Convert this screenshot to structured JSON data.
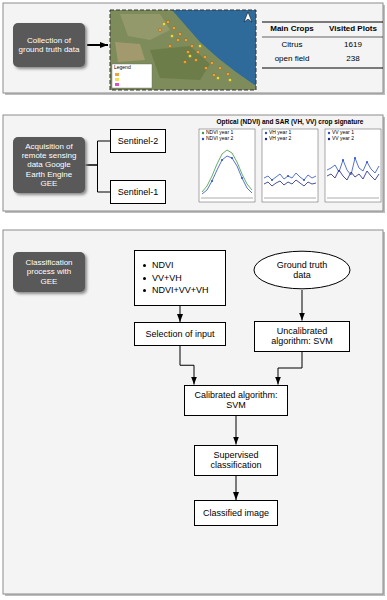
{
  "diagram": {
    "nodes": [
      {
        "text": [
          "Collection of ground truth data"
        ]
      },
      {
        "text": [
          "Acquisition of remote sensing data Google Earth Engine GEE"
        ]
      },
      {
        "text": [
          "Sentinel-2"
        ]
      },
      {
        "text": [
          "Sentinel-1"
        ]
      },
      {
        "text": [
          "Classification process with GEE"
        ]
      },
      {
        "text": [
          "NDVI",
          "VV+VH",
          "NDVI+VV+VH"
        ]
      },
      {
        "text": [
          "Ground truth data"
        ]
      },
      {
        "text": [
          "Selection of input"
        ]
      },
      {
        "text": [
          "Uncalibrated algorithm: SVM"
        ]
      },
      {
        "text": [
          "Calibrated algorithm: SVM"
        ]
      },
      {
        "text": [
          "Supervised classification"
        ]
      },
      {
        "text": [
          "Classified image"
        ]
      }
    ],
    "edges": [
      {
        "from": 1,
        "to": 2,
        "arrow": "none"
      },
      {
        "from": 1,
        "to": 3,
        "arrow": "none"
      },
      {
        "from": 5,
        "to": 7,
        "arrow": "to"
      },
      {
        "from": 6,
        "to": 8,
        "arrow": "to"
      },
      {
        "from": 7,
        "to": 9,
        "arrow": "to"
      },
      {
        "from": 8,
        "to": 9,
        "arrow": "to"
      },
      {
        "from": 9,
        "to": 10,
        "arrow": "to"
      },
      {
        "from": 10,
        "to": 11,
        "arrow": "to"
      }
    ],
    "labels": [
      "Legend",
      "Main Crops",
      "Visited Plots",
      "Citrus",
      "1619",
      "open field",
      "238",
      "Optical (NDVI) and SAR (VH, VV) crop signature",
      "NDVI year 1",
      "NDVI year 2",
      "VH year 1",
      "VH year 2",
      "VV year 1",
      "VV year 2"
    ]
  }
}
